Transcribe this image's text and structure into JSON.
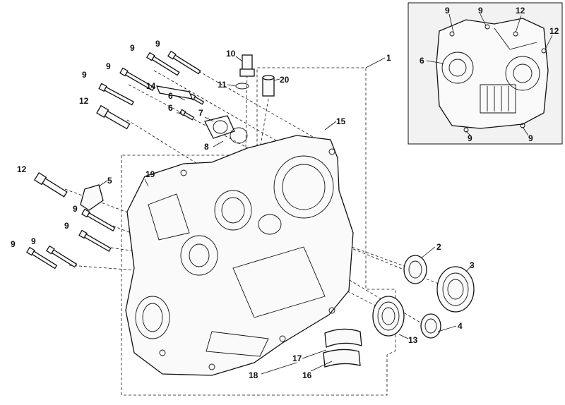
{
  "callouts": {
    "c1": "1",
    "c2": "2",
    "c3": "3",
    "c4": "4",
    "c5": "5",
    "c6a": "6",
    "c6b": "6",
    "c7": "7",
    "c8": "8",
    "c9_top1": "9",
    "c9_top2": "9",
    "c9_left1": "9",
    "c9_left2": "9",
    "c9_low1": "9",
    "c9_low2": "9",
    "c9_low3": "9",
    "c9_low4": "9",
    "c10": "10",
    "c11": "11",
    "c12_top": "12",
    "c12_left": "12",
    "c13": "13",
    "c14": "14",
    "c15": "15",
    "c16": "16",
    "c17": "17",
    "c18": "18",
    "c19": "19",
    "c20": "20"
  },
  "inset": {
    "c9_a": "9",
    "c9_b": "9",
    "c12_a": "12",
    "c12_b": "12",
    "c6": "6",
    "c9_c": "9",
    "c9_d": "9"
  }
}
